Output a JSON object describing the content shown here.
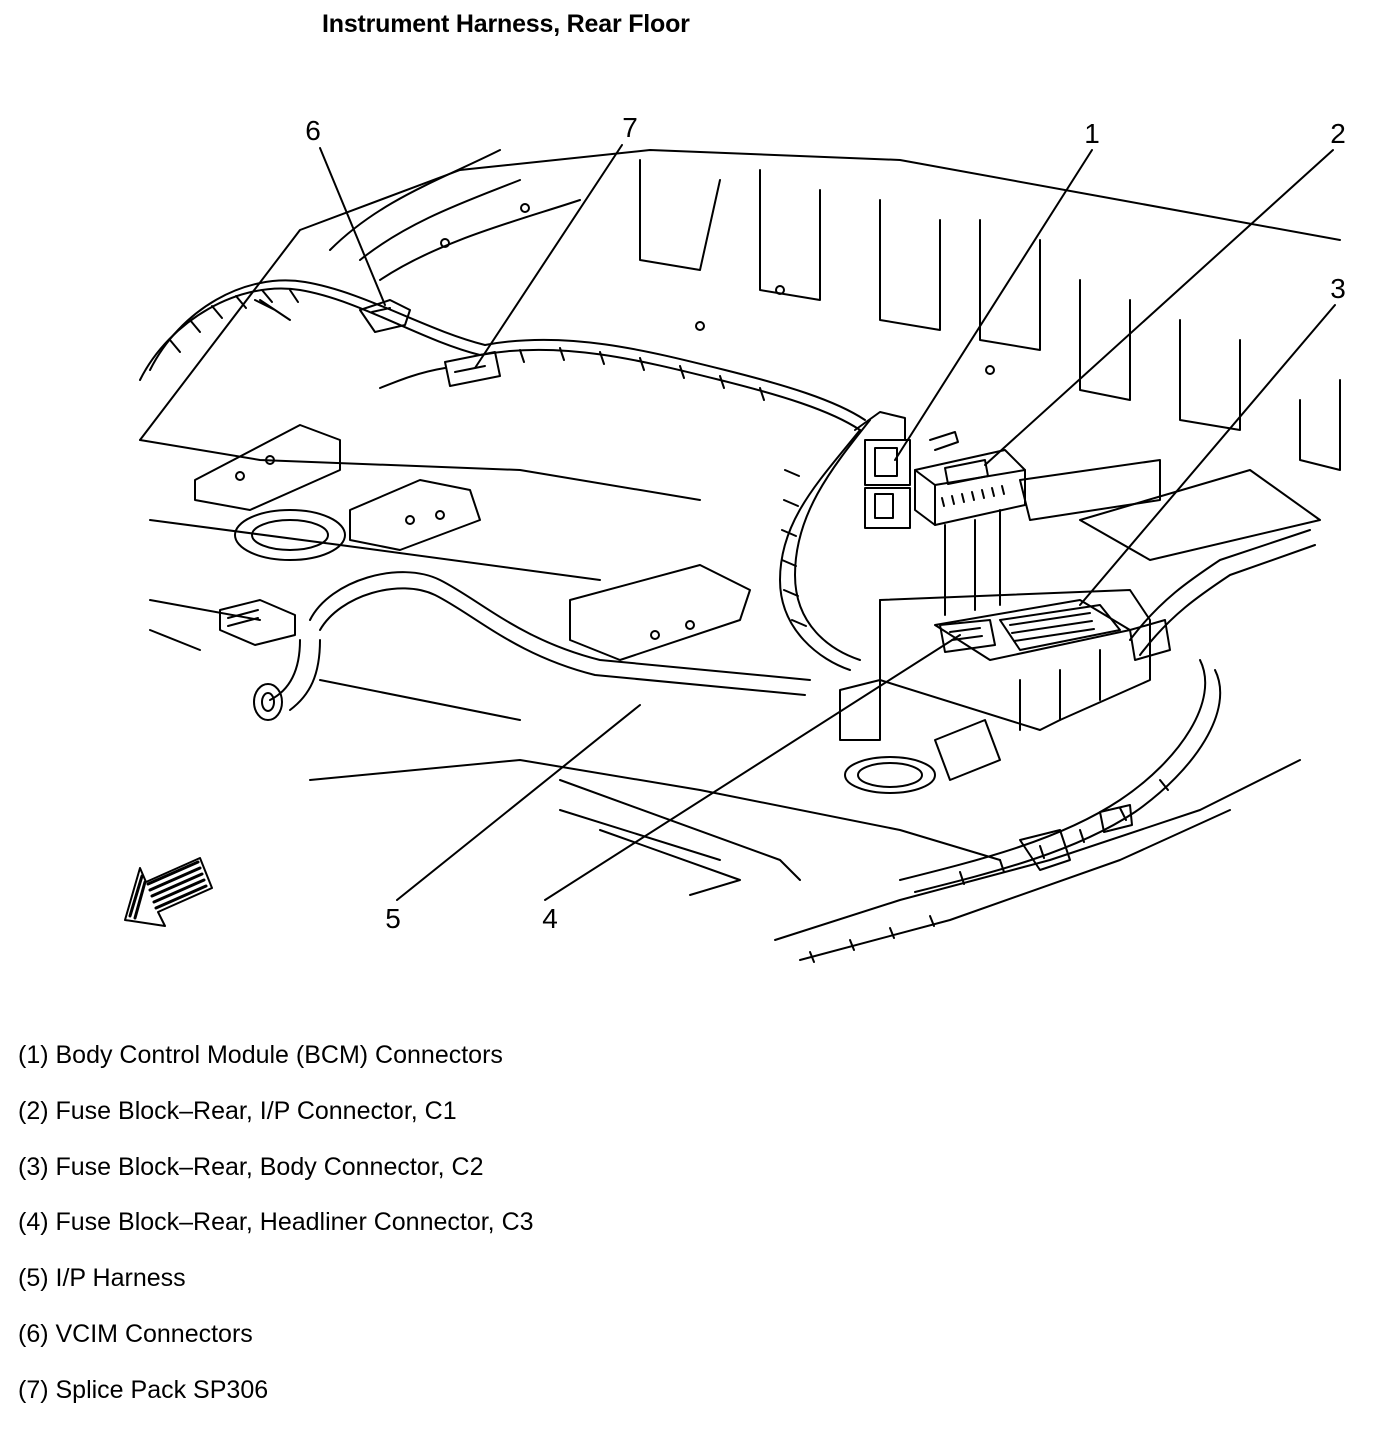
{
  "title": "Instrument Harness, Rear Floor",
  "callouts": [
    "1",
    "2",
    "3",
    "4",
    "5",
    "6",
    "7"
  ],
  "legend": [
    "(1) Body Control Module (BCM) Connectors",
    "(2) Fuse Block–Rear, I/P Connector, C1",
    "(3) Fuse Block–Rear, Body Connector, C2",
    "(4) Fuse Block–Rear, Headliner Connector, C3",
    "(5) I/P Harness",
    "(6) VCIM Connectors",
    "(7) Splice Pack SP306"
  ],
  "colors": {
    "ink": "#000000",
    "paper": "#ffffff"
  },
  "icons": [
    "front-direction-arrow-icon"
  ]
}
